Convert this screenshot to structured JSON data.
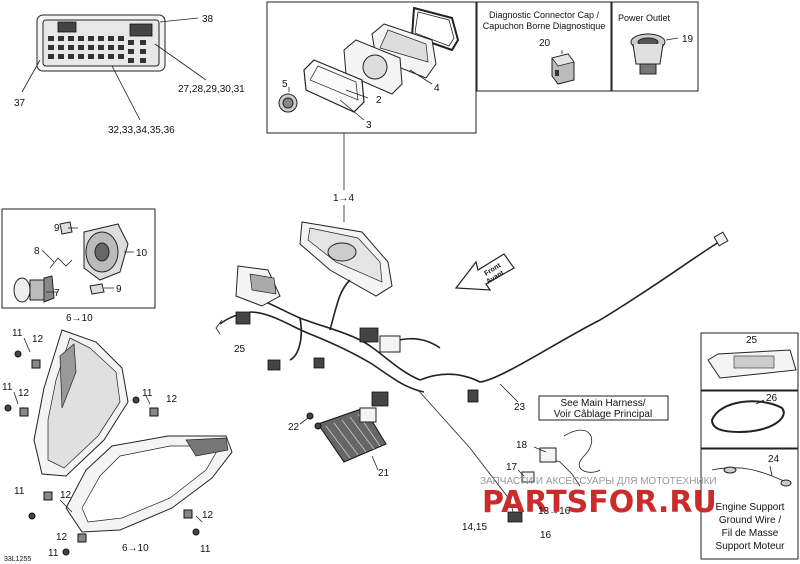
{
  "diagram_code": "33L1255",
  "boxes": {
    "diagnostic_cap": [
      "Diagnostic Connector Cap /",
      "Capuchon Borne Diagnostique"
    ],
    "power_outlet": "Power Outlet",
    "main_harness": [
      "See Main Harness/",
      "Voir Câblage Principal"
    ],
    "ground_wire": [
      "Engine Support",
      "Ground Wire /",
      "Fil de Masse",
      "Support Moteur"
    ]
  },
  "arrow_text": [
    "Front",
    "Avant"
  ],
  "callouts": {
    "c38": "38",
    "c37": "37",
    "c27": "27,28,29,30,31",
    "c32": "32,33,34,35,36",
    "c5": "5",
    "c2": "2",
    "c3": "3",
    "c4": "4",
    "c20": "20",
    "c19": "19",
    "c1_4": "1→4",
    "c9a": "9",
    "c10": "10",
    "c8": "8",
    "c7": "7",
    "c9b": "9",
    "c6_10a": "6→10",
    "c25a": "25",
    "c11a": "11",
    "c12a": "12",
    "c11b": "11",
    "c12b": "12",
    "c11c": "11",
    "c12c": "12",
    "c22": "22",
    "c21": "21",
    "c23": "23",
    "c18": "18",
    "c17": "17",
    "c13_16": "13→16",
    "c14_15": "14,15",
    "c16": "16",
    "c11d": "11",
    "c12d": "12",
    "c12e": "12",
    "c11e": "11",
    "c12f": "12",
    "c11f": "11",
    "c6_10b": "6→10",
    "c25b": "25",
    "c26": "26",
    "c24": "24"
  },
  "watermark": {
    "top": "ЗАПЧАСТИ И АКСЕССУАРЫ ДЛЯ МОТОТЕХНИКИ",
    "brand": "PARTSFOR.RU"
  }
}
